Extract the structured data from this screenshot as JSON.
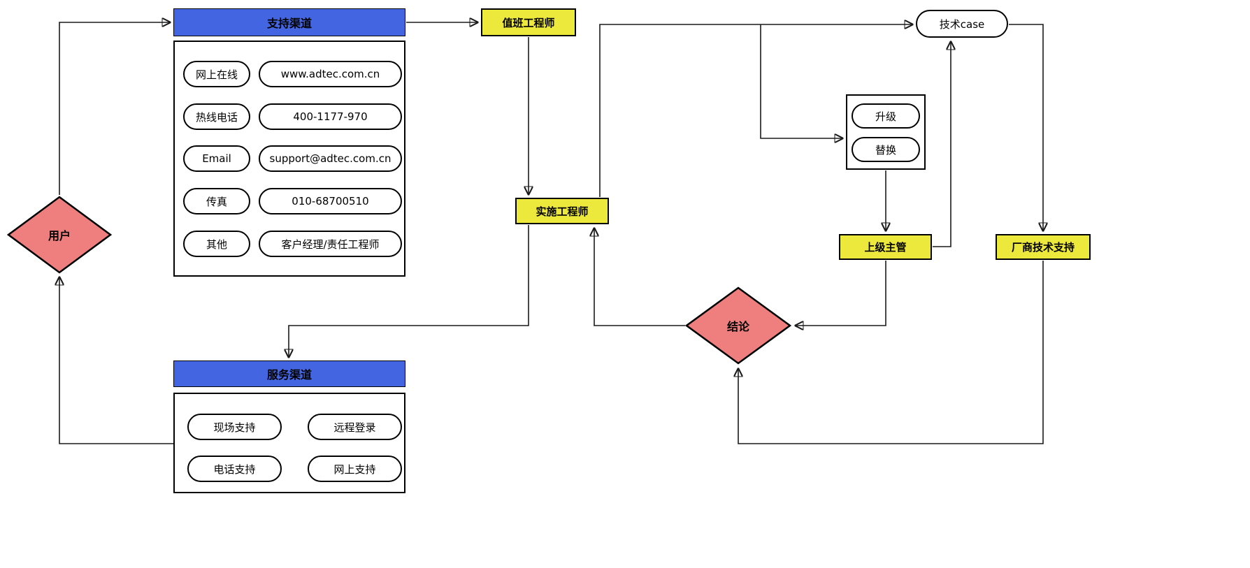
{
  "diagram": {
    "colors": {
      "blue": "#4365e2",
      "yellow": "#ece83c",
      "red": "#ef7f7f"
    },
    "nodes": {
      "user": {
        "label": "用户"
      },
      "support_channels": {
        "label": "支持渠道"
      },
      "duty_engineer": {
        "label": "值班工程师"
      },
      "implementation_engineer": {
        "label": "实施工程师"
      },
      "tech_case": {
        "label": "技术case"
      },
      "upgrade": {
        "label": "升级"
      },
      "replace": {
        "label": "替换"
      },
      "supervisor": {
        "label": "上级主管"
      },
      "vendor_support": {
        "label": "厂商技术支持"
      },
      "conclusion": {
        "label": "结论"
      },
      "service_channels": {
        "label": "服务渠道"
      }
    },
    "support_rows": [
      {
        "type": "网上在线",
        "value": "www.adtec.com.cn"
      },
      {
        "type": "热线电话",
        "value": "400-1177-970"
      },
      {
        "type": "Email",
        "value": "support@adtec.com.cn"
      },
      {
        "type": "传真",
        "value": "010-68700510"
      },
      {
        "type": "其他",
        "value": "客户经理/责任工程师"
      }
    ],
    "service_items": [
      "现场支持",
      "远程登录",
      "电话支持",
      "网上支持"
    ]
  }
}
